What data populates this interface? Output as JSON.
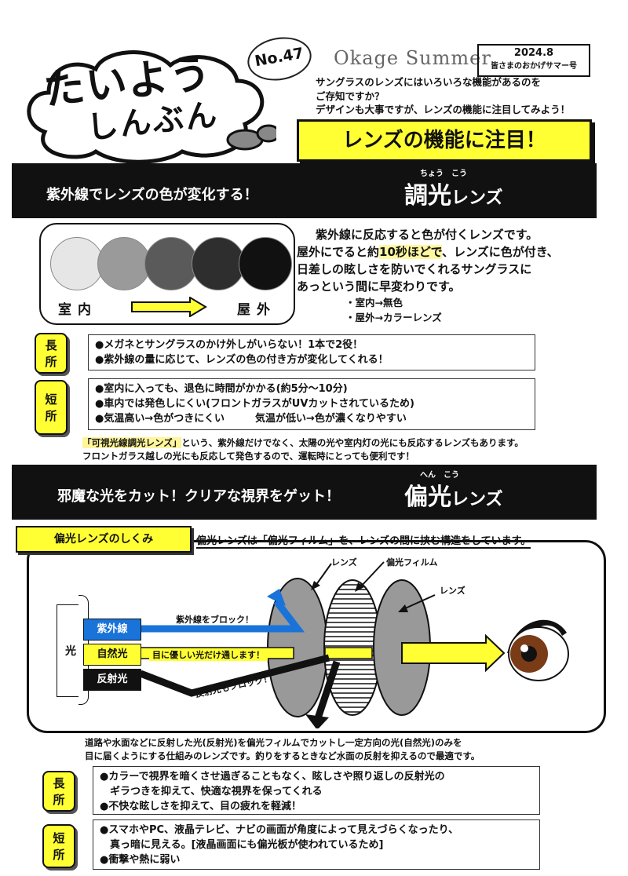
{
  "header": {
    "logo_line1": "たいよう",
    "logo_line2": "しんぶん",
    "issue_no": "No.47",
    "okage": "Okage Summer",
    "date": "2024.8",
    "edition": "皆さまのおかげサマー号",
    "intro": [
      "サングラスのレンズにはいろいろな機能があるのを",
      "ご存知ですか？",
      "デザインも大事ですが、レンズの機能に注目してみよう！"
    ],
    "title": "レンズの機能に注目！"
  },
  "photochromic": {
    "band_lead": "紫外線でレンズの色が変化する！",
    "ruby": "ちょう　こう",
    "name_kanji": "調光",
    "name_kana": "レンズ",
    "indoor": "室内",
    "outdoor": "屋外",
    "desc_line1": "紫外線に反応すると色が付くレンズです。",
    "desc_line2_a": "屋外にでると約",
    "desc_line2_num": "10秒ほどで",
    "desc_line2_b": "、レンズに色が付き、",
    "desc_line3": "日差しの眩しさを防いでくれるサングラスに",
    "desc_line4": "あっという間に早変わりです。",
    "bullet1": "・室内→無色",
    "bullet2": "・屋外→カラーレンズ",
    "pros_label": [
      "長",
      "所"
    ],
    "pros": [
      "●メガネとサングラスのかけ外しがいらない！1本で2役！",
      "●紫外線の量に応じて、レンズの色の付き方が変化してくれる！"
    ],
    "cons_label": [
      "短",
      "所"
    ],
    "cons": [
      "●室内に入っても、退色に時間がかかる(約5分～10分)",
      "●車内では発色しにくい(フロントガラスがUVカットされているため)",
      "●気温高い→色がつきにくい　　　気温が低い→色が濃くなりやすい"
    ],
    "note_mark": "「可視光線調光レンズ」",
    "note_a": "という、紫外線だけでなく、太陽の光や室内灯の光にも反応するレンズもあります。",
    "note_b": "フロントガラス越しの光にも反応して発色するので、運転時にとっても便利です！"
  },
  "polarized": {
    "band_lead": "邪魔な光をカット！クリアな視界をゲット！",
    "ruby": "へん　こう",
    "name_kanji": "偏光",
    "name_kana": "レンズ",
    "subhead": "偏光レンズのしくみ",
    "subdesc": "偏光レンズは「偏光フィルム」を、レンズの間に挟む構造をしています。",
    "light": "光",
    "uv": "紫外線",
    "natural": "自然光",
    "reflect": "反射光",
    "uv_block": "紫外線をブロック！",
    "natural_pass": "目に優しい光だけ通します！",
    "reflect_block": "反射光もブロック！",
    "lens_left": "レンズ",
    "film": "偏光フィルム",
    "lens_right": "レンズ",
    "desc_line1": "道路や水面などに反射した光(反射光)を偏光フィルムでカットし一定方向の光(自然光)のみを",
    "desc_line2": "目に届くようにする仕組みのレンズです。釣りをするときなど水面の反射を抑えるので最適です。",
    "pros_label": [
      "長",
      "所"
    ],
    "pros": [
      "●カラーで視界を暗くさせ過ぎることもなく、眩しさや照り返しの反射光の",
      "　ギラつきを抑えて、快適な視界を保ってくれる",
      "●不快な眩しさを抑えて、目の疲れを軽減！"
    ],
    "cons_label": [
      "短",
      "所"
    ],
    "cons": [
      "●スマホやPC、液晶テレビ、ナビの画面が角度によって見えづらくなったり、",
      "　真っ暗に見える。[液晶画面にも偏光板が使われているため]",
      "●衝撃や熱に弱い"
    ]
  },
  "colors": {
    "yellow": "#ffff33",
    "blue": "#1a73d9",
    "black": "#111111"
  }
}
